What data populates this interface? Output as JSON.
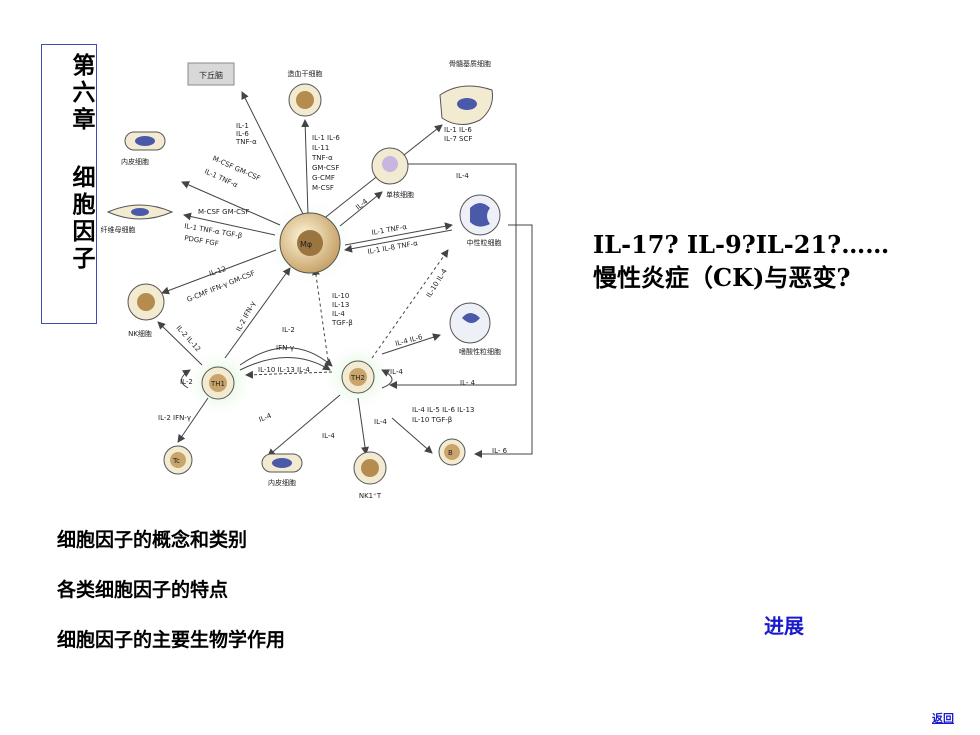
{
  "chapter": {
    "title": "第六章 细胞因子"
  },
  "headline": {
    "line1": "IL-17? IL-9?IL-21?……",
    "line2": "慢性炎症（CK)与恶变?"
  },
  "outline": {
    "items": [
      "细胞因子的概念和类别",
      "各类细胞因子的特点",
      "细胞因子的主要生物学作用"
    ]
  },
  "links": {
    "progress": "进展",
    "return": "返回"
  },
  "diagram": {
    "cells": {
      "hypothalamus": "下丘脑",
      "hsc": "造血干细胞",
      "stroma": "骨髓基质细胞",
      "endothelial_top": "内皮细胞",
      "fibroblast": "纤维母细胞",
      "nk": "NK细胞",
      "monocyte": "单核细胞",
      "neutrophil": "中性粒细胞",
      "eosinophil": "嗜酸性粒细胞",
      "endothelial_bottom": "内皮细胞",
      "nk1t": "NK1⁺T",
      "mphi": "Mφ",
      "th1": "TH1",
      "th2": "TH2",
      "tc": "Tc",
      "b": "B"
    },
    "labels": {
      "hypo": [
        "IL-1",
        "IL-6",
        "TNF-α"
      ],
      "hsc": [
        "IL-1 IL-6",
        "IL-11",
        "TNF-α",
        "GM-CSF",
        "G-CMF",
        "M-CSF"
      ],
      "stroma": [
        "IL-1 IL-6",
        "IL-7 SCF"
      ],
      "endo": [
        "M-CSF GM-CSF",
        "IL-1 TNF-α"
      ],
      "fibro": [
        "M-CSF GM-CSF",
        "IL-1 TNF-α TGF-β",
        "PDGF FGF"
      ],
      "nk": [
        "IL-12",
        "G-CMF IFN-γ GM-CSF"
      ],
      "mono": "IL-4",
      "il4_right": "IL-4",
      "neut": [
        "IL-1 TNF-α",
        "IL-1 IL-8 TNF-α"
      ],
      "th2_up": [
        "IL-10",
        "IL-13",
        "IL-4",
        "TGF-β"
      ],
      "il10_il4": "IL-10 IL-4",
      "eos": "IL-4 IL-6",
      "th1_up": "IL-2 IFN-γ",
      "il212": "IL-2 IL-12",
      "th1_to_th2": [
        "IL-2",
        "IFN-γ"
      ],
      "th2_to_th1": "IL-10 IL-13 IL-4",
      "il2_self": "IL-2",
      "il4_self": "IL-4",
      "il4_return": "IL- 4",
      "th1_tc": "IL-2 IFN-γ",
      "th2_endo": "IL-4",
      "il4_mid": "IL-4",
      "il4_nk1t": "IL-4",
      "b_labels": [
        "IL-4 IL-5 IL-6 IL-13",
        "IL-10 TGF-β"
      ],
      "il6_b": "IL- 6"
    }
  }
}
